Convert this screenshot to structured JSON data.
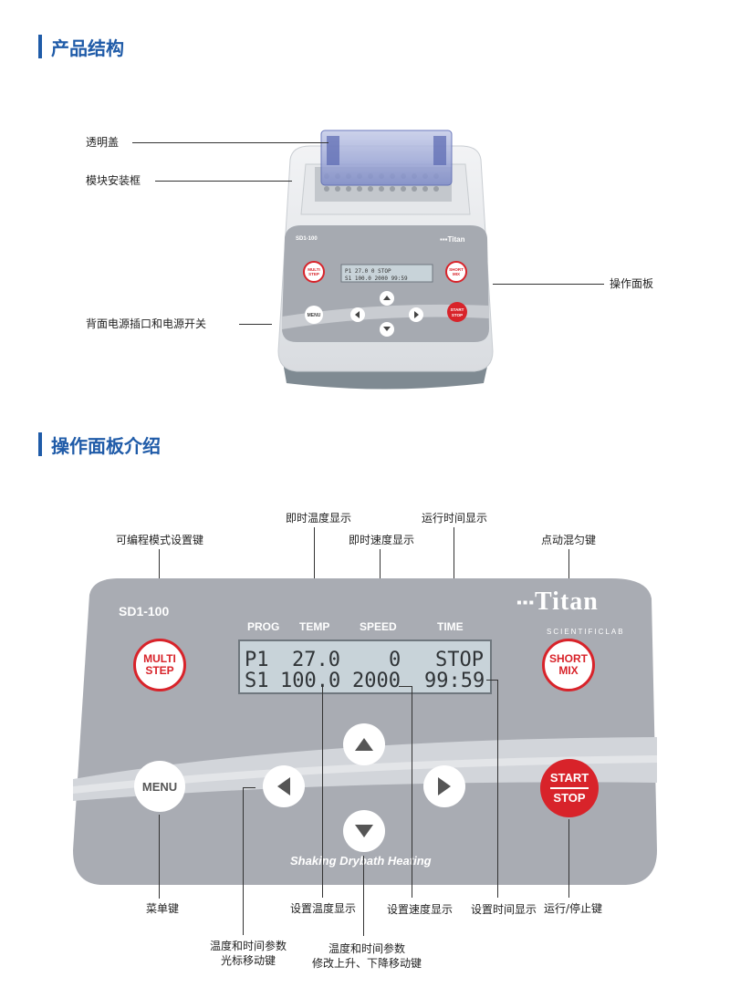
{
  "sections": {
    "structure_title": "产品结构",
    "panel_title": "操作面板介绍"
  },
  "structure_labels": {
    "lid": "透明盖",
    "module_frame": "模块安装框",
    "control_panel": "操作面板",
    "rear_power": "背面电源插口和电源开关"
  },
  "device": {
    "model": "SD1-100",
    "brand": "Titan",
    "brand_sub": "SCIENTIFICLAB",
    "subtitle": "Shaking Drybath Heating",
    "headers": [
      "PROG",
      "TEMP",
      "SPEED",
      "TIME"
    ],
    "lcd_row1": [
      "P1",
      "27.0",
      "0",
      "STOP"
    ],
    "lcd_row2": [
      "S1",
      "100.0",
      "2000",
      "99:59"
    ],
    "btn_multi": [
      "MULTI",
      "STEP"
    ],
    "btn_short": [
      "SHORT",
      "MIX"
    ],
    "btn_menu": "MENU",
    "btn_start": "START",
    "btn_stop": "STOP",
    "colors": {
      "panel": "#a9acb3",
      "lcd": "#c8d3d9",
      "red": "#d8232a",
      "accent": "#1f5ba8"
    }
  },
  "panel_labels": {
    "current_temp": "即时温度显示",
    "running_time": "运行时间显示",
    "current_speed": "即时速度显示",
    "prog_key": "可编程模式设置键",
    "short_mix_key": "点动混匀键",
    "menu_key": "菜单键",
    "set_temp": "设置温度显示",
    "set_speed": "设置速度显示",
    "set_time": "设置时间显示",
    "start_stop_key": "运行/停止键",
    "cursor_keys_1": "温度和时间参数",
    "cursor_keys_2": "光标移动键",
    "updown_keys_1": "温度和时间参数",
    "updown_keys_2": "修改上升、下降移动键"
  }
}
